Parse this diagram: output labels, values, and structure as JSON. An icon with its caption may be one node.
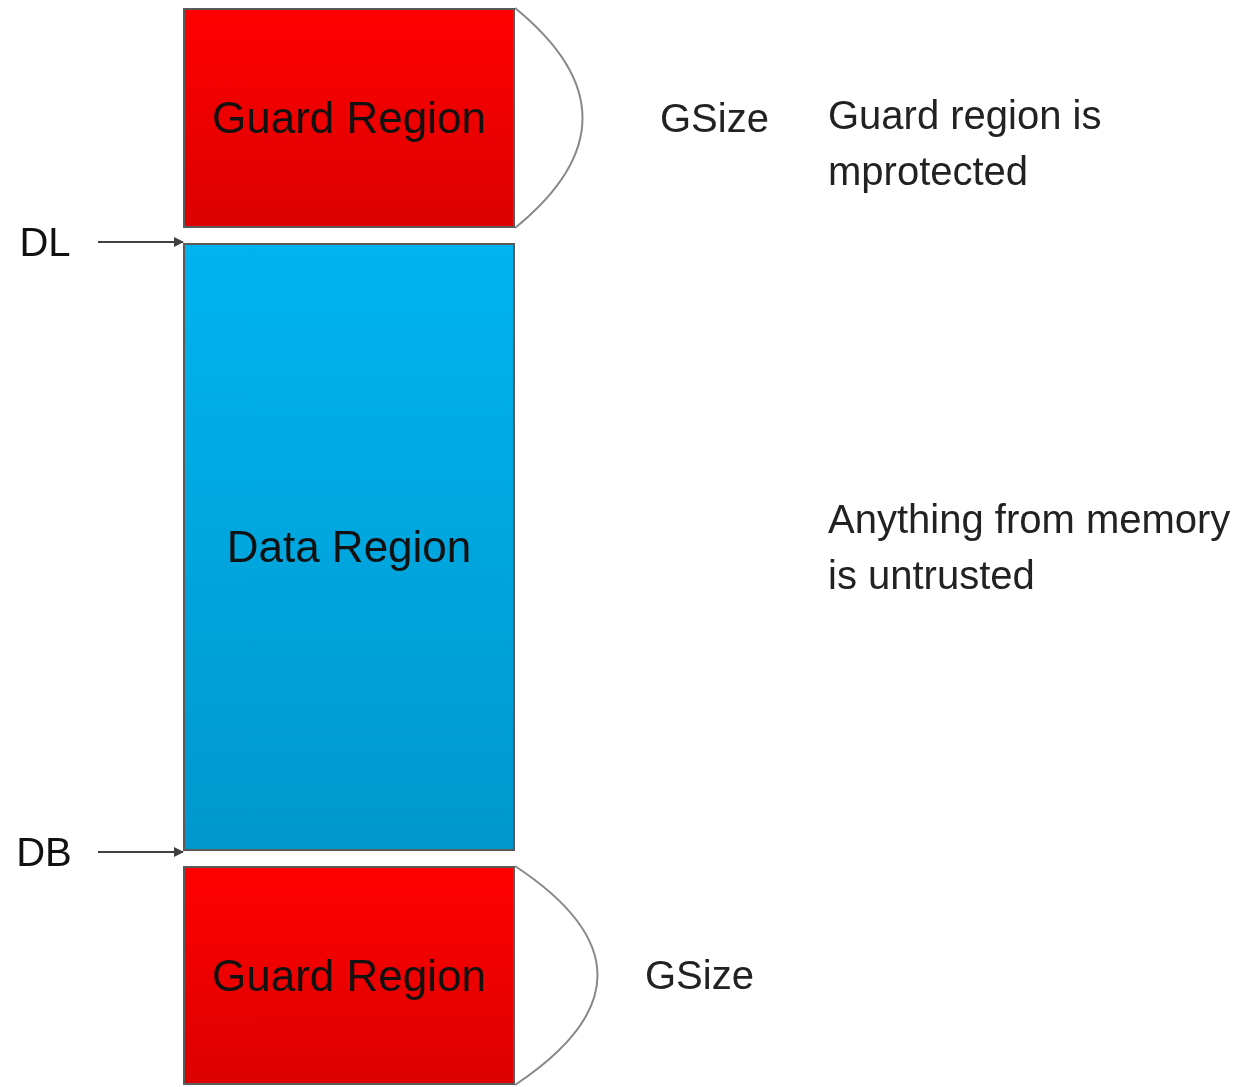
{
  "diagram": {
    "nodes": [
      {
        "text": [
          "Guard Region"
        ]
      },
      {
        "text": [
          "DL"
        ]
      },
      {
        "text": [
          "Data Region"
        ]
      },
      {
        "text": [
          "DB"
        ]
      },
      {
        "text": [
          "Guard Region"
        ]
      }
    ],
    "edges": [
      {
        "from": 1,
        "to": 2,
        "arrow": "to"
      },
      {
        "from": 3,
        "to": 2,
        "arrow": "to"
      }
    ],
    "labels": [
      "GSize",
      "Guard region is mprotected",
      "Anything from memory is untrusted",
      "GSize"
    ]
  }
}
